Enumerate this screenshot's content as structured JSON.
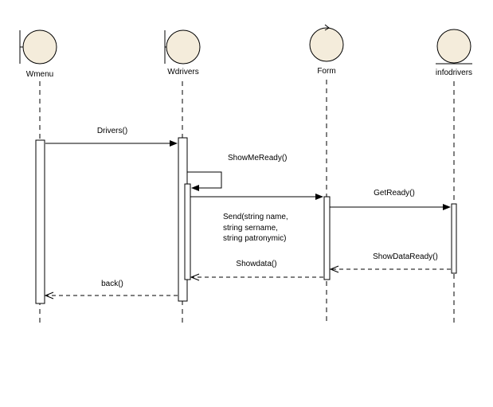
{
  "participants": [
    {
      "id": "wmenu",
      "name": "Wmenu",
      "stereotype": "boundary"
    },
    {
      "id": "wdrivers",
      "name": "Wdrivers",
      "stereotype": "boundary"
    },
    {
      "id": "form",
      "name": "Form",
      "stereotype": "control"
    },
    {
      "id": "infodrivers",
      "name": "infodrivers",
      "stereotype": "entity"
    }
  ],
  "messages": [
    {
      "id": "drivers",
      "label": "Drivers()",
      "from": "wmenu",
      "to": "wdrivers",
      "kind": "call"
    },
    {
      "id": "showmeready",
      "label": "ShowMeReady()",
      "from": "wdrivers",
      "to": "wdrivers",
      "kind": "self"
    },
    {
      "id": "send",
      "label_lines": [
        "Send(string name,",
        "string sername,",
        "string patronymic)"
      ],
      "from": "wdrivers",
      "to": "form",
      "kind": "call"
    },
    {
      "id": "getready",
      "label": "GetReady()",
      "from": "form",
      "to": "infodrivers",
      "kind": "call"
    },
    {
      "id": "showdataready",
      "label": "ShowDataReady()",
      "from": "infodrivers",
      "to": "form",
      "kind": "return"
    },
    {
      "id": "showdata",
      "label": "Showdata()",
      "from": "form",
      "to": "wdrivers",
      "kind": "return"
    },
    {
      "id": "back",
      "label": "back()",
      "from": "wdrivers",
      "to": "wmenu",
      "kind": "return"
    }
  ]
}
